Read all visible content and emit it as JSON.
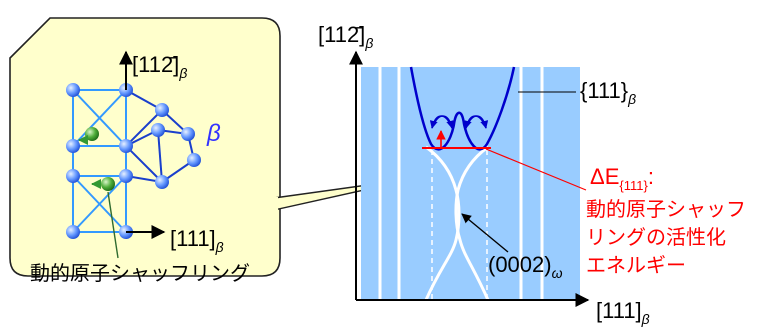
{
  "left_panel": {
    "axis_up_label": "[112̄]",
    "axis_right_label": "[111]",
    "subscript": "β",
    "phase_label": "β",
    "caption": "動的原子シャッフリング"
  },
  "right_plot": {
    "y_axis_label": "[112̄]",
    "x_axis_label": "[111]",
    "axis_subscript": "β",
    "branch_label": "{111}",
    "branch_subscript": "β",
    "neck_label": "(0002)",
    "neck_subscript": "ω",
    "energy_symbol": "ΔE",
    "energy_subscript": "{111}",
    "energy_colon": ":",
    "energy_desc_lines": [
      "動的原子シャッフ",
      "リングの活性化",
      "エネルギー"
    ]
  },
  "colors": {
    "panel_fill": "#ffffcc",
    "plot_fill": "#99ccff",
    "atom_blue": "#3366ff",
    "atom_green": "#339933",
    "curve_blue": "#0000cc",
    "highlight_red": "#ff0000"
  }
}
